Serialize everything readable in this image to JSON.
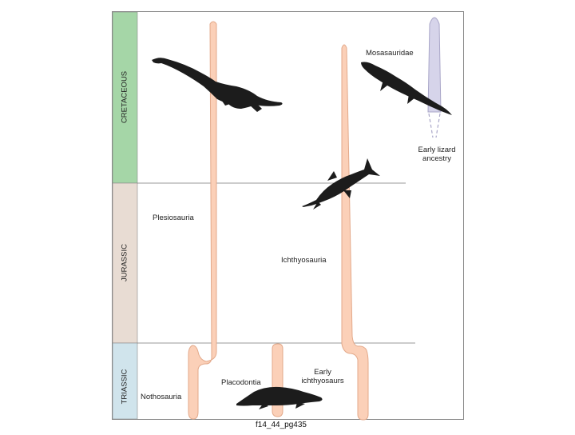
{
  "periods": [
    {
      "name": "CRETACEOUS",
      "color": "#a5d6a7"
    },
    {
      "name": "JURASSIC",
      "color": "#e8dcd3"
    },
    {
      "name": "TRIASSIC",
      "color": "#d0e4ec"
    }
  ],
  "lineages": {
    "plesiosauria": "Plesiosauria",
    "nothosauria": "Nothosauria",
    "placodontia": "Placodontia",
    "ichthyosauria": "Ichthyosauria",
    "early_ichthyosaurs": "Early\nichthyosaurs",
    "mosasauridae": "Mosasauridae",
    "early_lizard_ancestry": "Early lizard\nancestry"
  },
  "colors": {
    "lineage_fill": "#fbd0b8",
    "lineage_stroke": "#e3a98a",
    "mosasaur_fill": "#d6d4ea",
    "mosasaur_stroke": "#a9a6c8",
    "silhouette": "#1c1c1c",
    "frame": "#888888"
  },
  "icons": [
    "plesiosaur-silhouette",
    "ichthyosaur-silhouette",
    "mosasaur-silhouette",
    "placodont-silhouette"
  ],
  "caption": "f14_44_pg435"
}
